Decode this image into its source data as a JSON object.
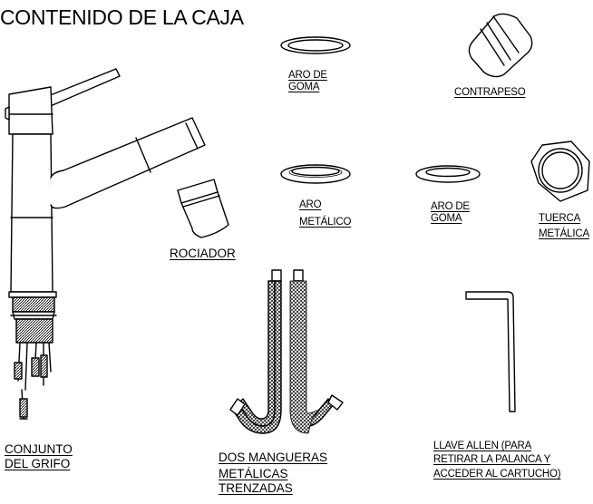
{
  "title": "CONTENIDO DE LA CAJA",
  "parts": {
    "faucet": [
      "CONJUNTO",
      "DEL GRIFO"
    ],
    "oring_top": [
      "ARO DE",
      "GOMA"
    ],
    "counterweight": [
      "CONTRAPESO"
    ],
    "aerator": [
      "ROCIADOR"
    ],
    "metal_ring": [
      "ARO",
      "METÁLICO"
    ],
    "oring_small": [
      "ARO DE",
      "GOMA"
    ],
    "nut": [
      "TUERCA",
      "METÁLICA"
    ],
    "hoses": [
      "DOS MANGUERAS",
      "METÁLICAS",
      "TRENZADAS"
    ],
    "allen_key": [
      "LLAVE ALLEN (PARA",
      "RETIRAR LA PALANCA Y",
      "ACCEDER AL CARTUCHO)"
    ]
  }
}
